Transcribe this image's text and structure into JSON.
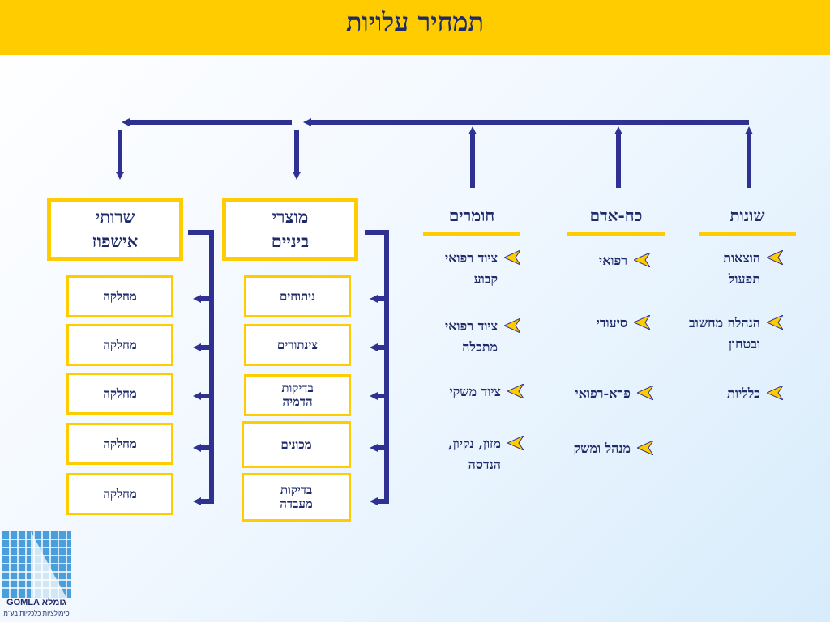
{
  "title": "תמחיר  עלויות",
  "categories": {
    "shonot": "שונות",
    "koach_adam": "כח-אדם",
    "chomarim": "חומרים"
  },
  "boxes": {
    "intermediate_products": "מוצרי\nביניים",
    "hospital_services": "שרותי\nאישפוז"
  },
  "intermediate_items": [
    "ניתוחים",
    "צינתורים",
    "בדיקות\nהדמיה",
    "מכונים",
    "בדיקות\nמעבדה"
  ],
  "departments": [
    "מחלקה",
    "מחלקה",
    "מחלקה",
    "מחלקה",
    "מחלקה"
  ],
  "shonot_items": [
    "הוצאות\nתפעול",
    "הנהלה מחשוב\nובטחון",
    "כלליות"
  ],
  "koach_adam_items": [
    "רפואי",
    "סיעודי",
    "פרא-רפואי",
    "מנהל ומשק"
  ],
  "chomarim_items": [
    "ציוד רפואי\nקבוע",
    "ציוד רפואי\nמתכלה",
    "ציוד משקי",
    "מזון, נקיון,\nהנדסה"
  ],
  "logo": {
    "name": "GOMLA גומלא",
    "subtitle": "סימולציות כלכליות בע\"מ"
  },
  "colors": {
    "primary": "#2e3192",
    "accent": "#ffcc00",
    "text": "#1f2a6b"
  },
  "icons": {
    "bullet": "arrow-bullet-icon",
    "connector": "arrow-icon"
  }
}
